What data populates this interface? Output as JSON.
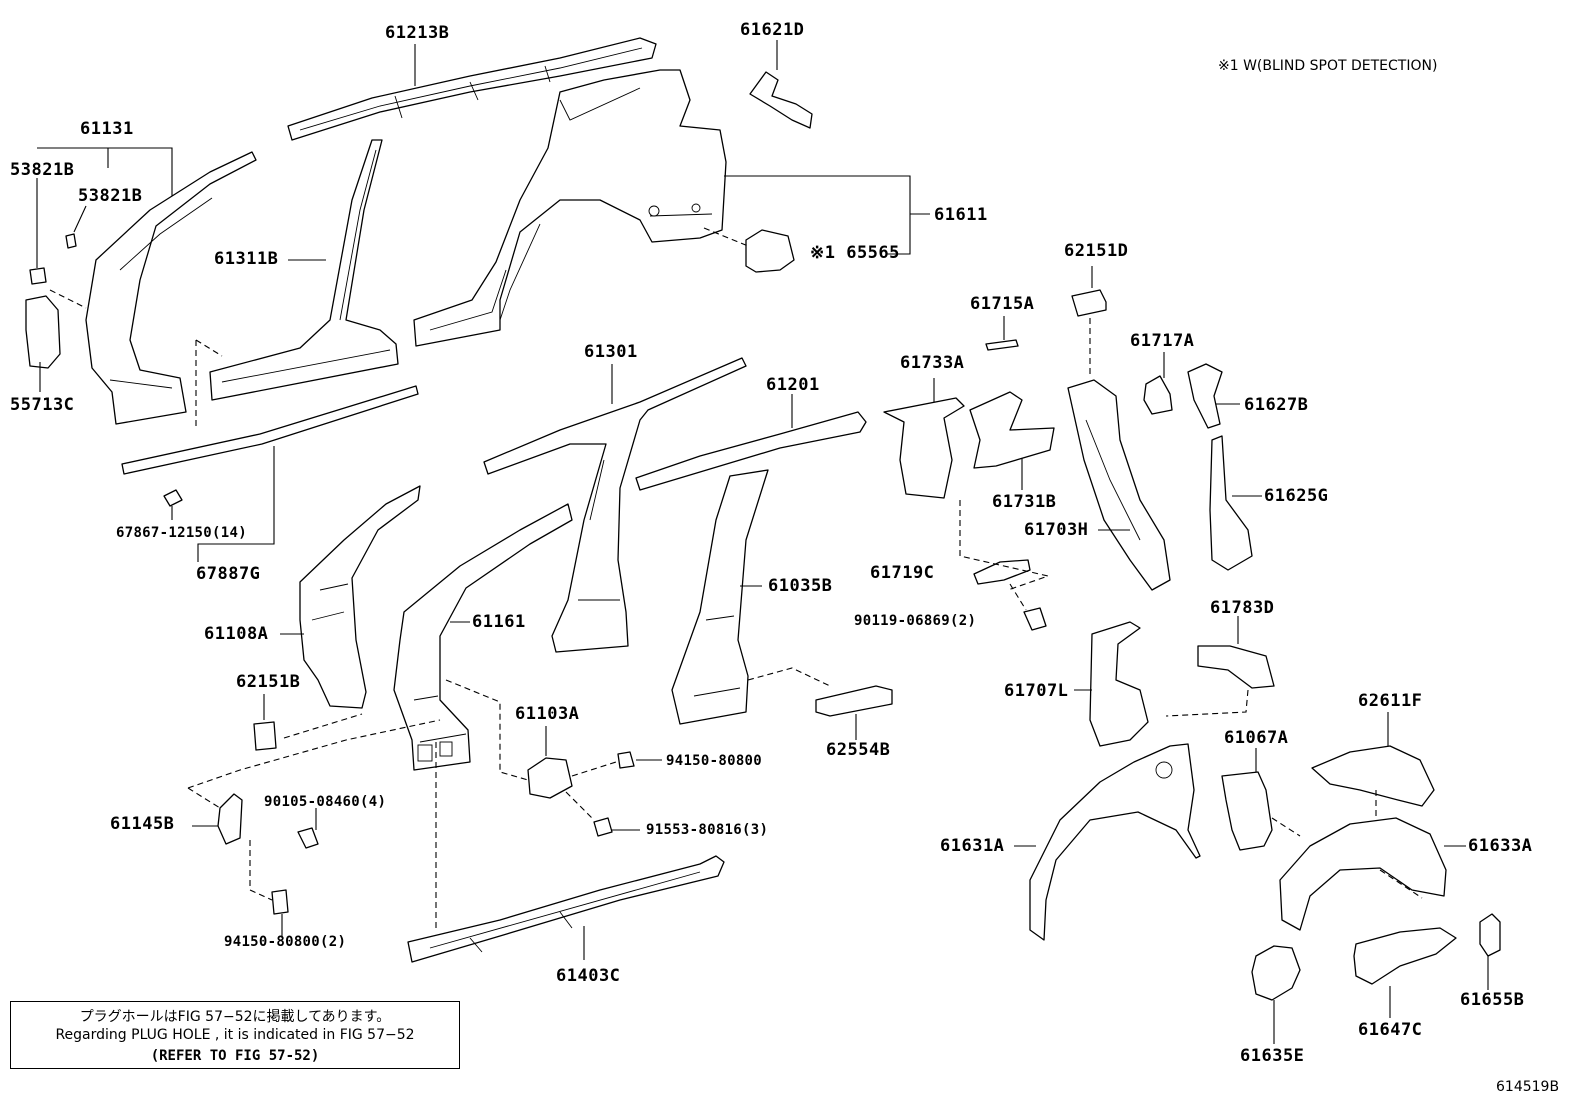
{
  "note": "※1 W(BLIND SPOT DETECTION)",
  "diagram_id": "614519B",
  "reference_box": {
    "line1": "プラグホールはFIG 57−52に掲載してあります。",
    "line2": "Regarding  PLUG  HOLE , it is indicated in FIG 57−52",
    "line3": "(REFER TO FIG 57-52)"
  },
  "parts": [
    {
      "id": "p61213B",
      "label": "61213B"
    },
    {
      "id": "p61621D",
      "label": "61621D"
    },
    {
      "id": "p61131",
      "label": "61131"
    },
    {
      "id": "p53821B_a",
      "label": "53821B"
    },
    {
      "id": "p53821B_b",
      "label": "53821B"
    },
    {
      "id": "p61311B",
      "label": "61311B"
    },
    {
      "id": "p61611",
      "label": "61611"
    },
    {
      "id": "p65565",
      "label": "※1 65565"
    },
    {
      "id": "p62151D_top",
      "label": "62151D"
    },
    {
      "id": "p55713C",
      "label": "55713C"
    },
    {
      "id": "p61715A",
      "label": "61715A"
    },
    {
      "id": "p61717A",
      "label": "61717A"
    },
    {
      "id": "p61301",
      "label": "61301"
    },
    {
      "id": "p61733A",
      "label": "61733A"
    },
    {
      "id": "p61201",
      "label": "61201"
    },
    {
      "id": "p61627B",
      "label": "61627B"
    },
    {
      "id": "p61731B",
      "label": "61731B"
    },
    {
      "id": "p61625G",
      "label": "61625G"
    },
    {
      "id": "p67867",
      "label": "67867-12150(14)"
    },
    {
      "id": "p61703H",
      "label": "61703H"
    },
    {
      "id": "p67887G",
      "label": "67887G"
    },
    {
      "id": "p61719C",
      "label": "61719C"
    },
    {
      "id": "p61035B",
      "label": "61035B"
    },
    {
      "id": "p61783D",
      "label": "61783D"
    },
    {
      "id": "p90119",
      "label": "90119-06869(2)"
    },
    {
      "id": "p61161",
      "label": "61161"
    },
    {
      "id": "p61108A",
      "label": "61108A"
    },
    {
      "id": "p61707L",
      "label": "61707L"
    },
    {
      "id": "p62151B",
      "label": "62151B"
    },
    {
      "id": "p62611F",
      "label": "62611F"
    },
    {
      "id": "p61103A",
      "label": "61103A"
    },
    {
      "id": "p61067A",
      "label": "61067A"
    },
    {
      "id": "p62554B",
      "label": "62554B"
    },
    {
      "id": "p94150_a",
      "label": "94150-80800"
    },
    {
      "id": "p90105",
      "label": "90105-08460(4)"
    },
    {
      "id": "p61145B",
      "label": "61145B"
    },
    {
      "id": "p91553",
      "label": "91553-80816(3)"
    },
    {
      "id": "p61631A",
      "label": "61631A"
    },
    {
      "id": "p61633A",
      "label": "61633A"
    },
    {
      "id": "p94150_b",
      "label": "94150-80800(2)"
    },
    {
      "id": "p61403C",
      "label": "61403C"
    },
    {
      "id": "p61655B",
      "label": "61655B"
    },
    {
      "id": "p61647C",
      "label": "61647C"
    },
    {
      "id": "p61635E",
      "label": "61635E"
    }
  ]
}
